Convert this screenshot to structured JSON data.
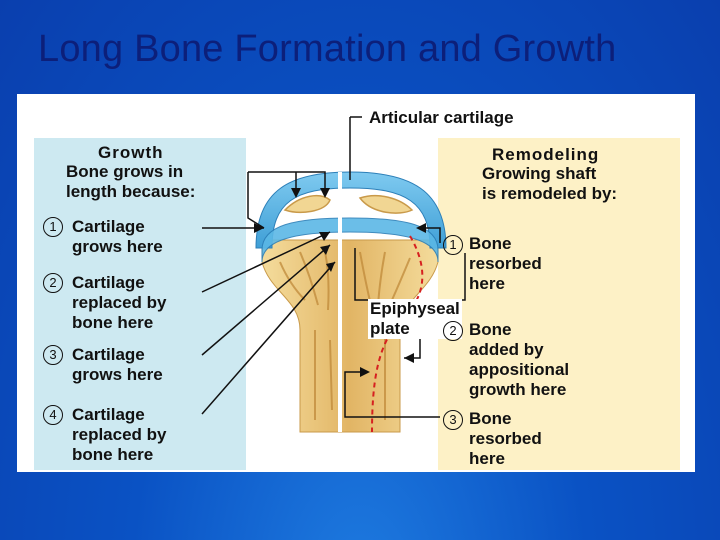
{
  "slide": {
    "title": "Long Bone Formation and Growth"
  },
  "labels": {
    "articular_cartilage": "Articular cartilage",
    "epiphyseal_plate": "Epiphyseal\nplate"
  },
  "growth": {
    "heading": "Growth",
    "subheading": "Bone grows in\nlength because:",
    "steps": [
      {
        "num": "1",
        "text": "Cartilage\ngrows here"
      },
      {
        "num": "2",
        "text": "Cartilage\nreplaced by\nbone here"
      },
      {
        "num": "3",
        "text": "Cartilage\ngrows here"
      },
      {
        "num": "4",
        "text": "Cartilage\nreplaced by\nbone here"
      }
    ]
  },
  "remodeling": {
    "heading": "Remodeling",
    "subheading": "Growing shaft\nis remodeled by:",
    "steps": [
      {
        "num": "1",
        "text": "Bone\nresorbed\nhere"
      },
      {
        "num": "2",
        "text": "Bone\nadded by\nappositional\ngrowth here"
      },
      {
        "num": "3",
        "text": "Bone\nresorbed\nhere"
      }
    ]
  },
  "colors": {
    "growth_bg": "#cde9f1",
    "remodel_bg": "#fdf1c6",
    "cartilage": "#5bb8e6",
    "bone": "#e9c57c",
    "dashed_line": "#d62020"
  }
}
